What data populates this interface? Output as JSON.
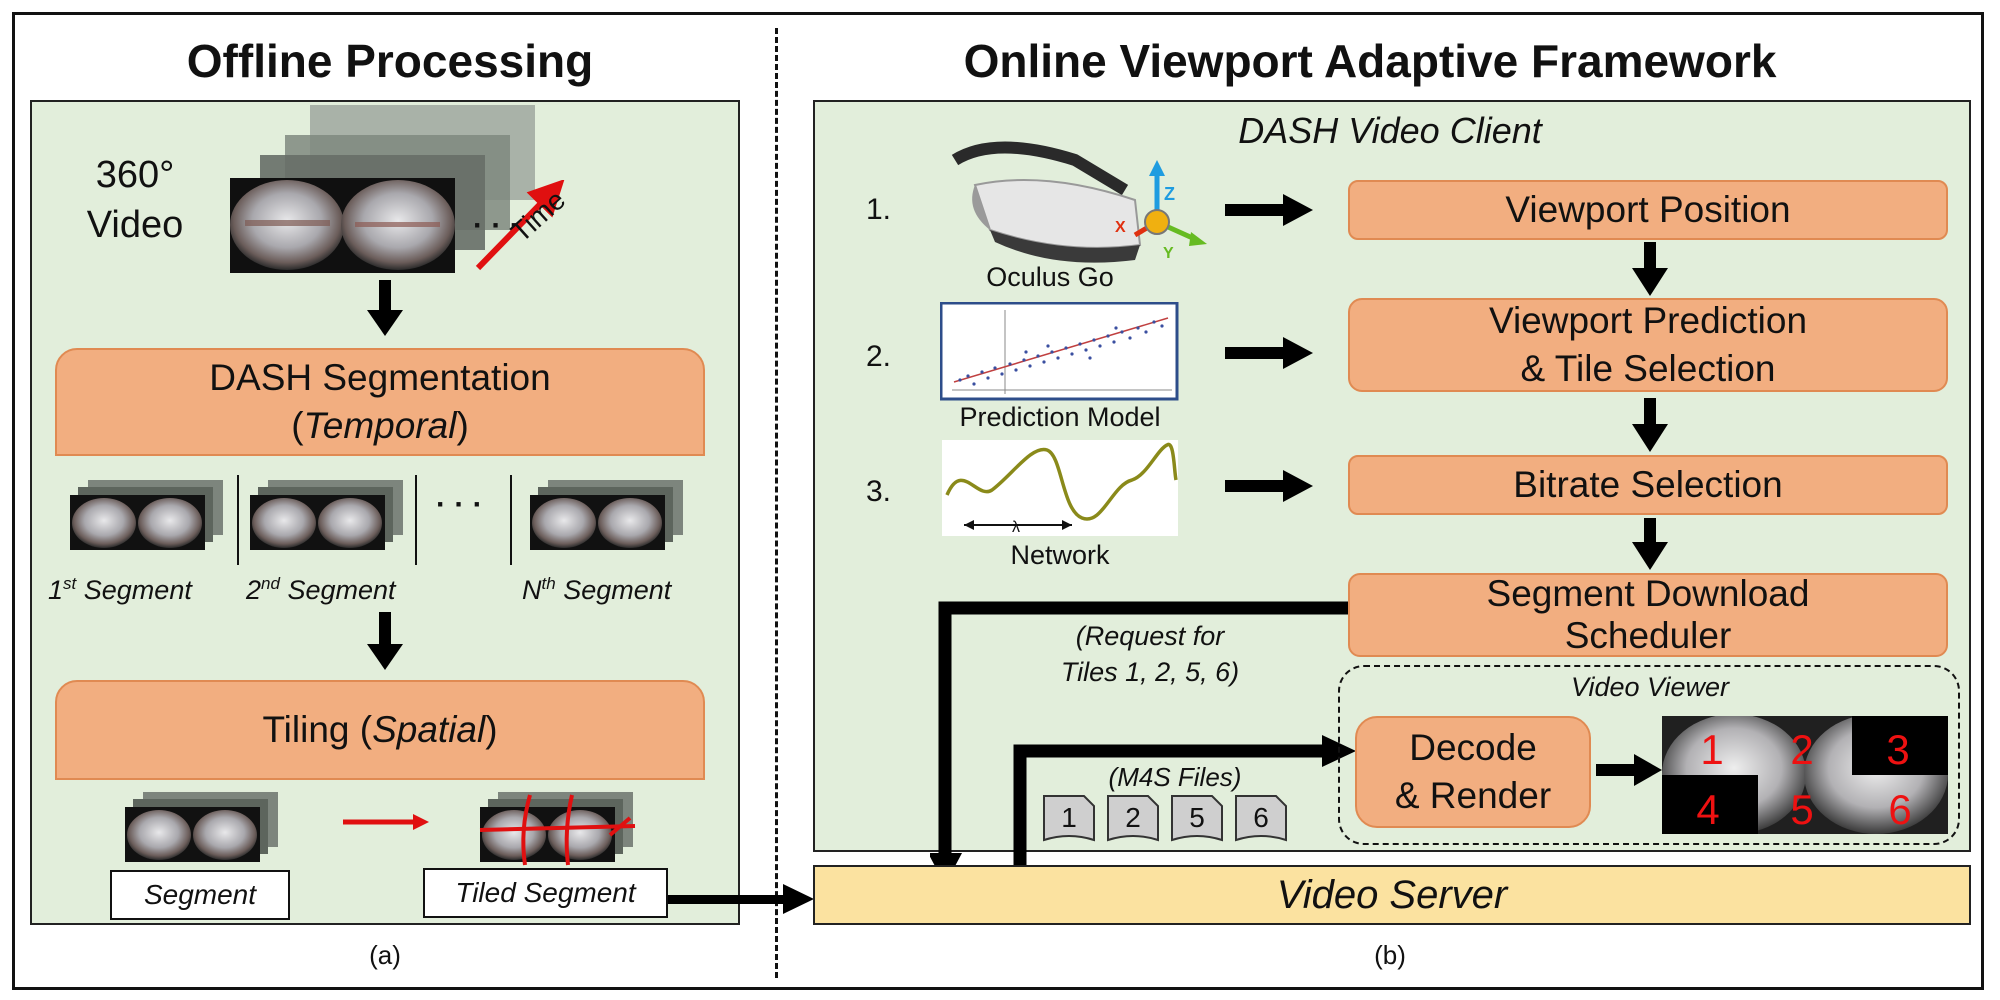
{
  "left_title": "Offline Processing",
  "right_title": "Online Viewport Adaptive Framework",
  "offline": {
    "video_label_1": "360°",
    "video_label_2": "Video",
    "time_label": "Time",
    "dots": "· · ·",
    "dash_seg_line1": "DASH Segmentation",
    "dash_seg_open": "(",
    "dash_seg_italic": "Temporal",
    "dash_seg_close": ")",
    "segments": [
      {
        "num": "1",
        "sup": "st",
        "text": " Segment"
      },
      {
        "num": "2",
        "sup": "nd",
        "text": " Segment"
      },
      {
        "num": "N",
        "sup": "th",
        "text": "  Segment"
      }
    ],
    "seg_dots": "· · ·",
    "tiling_prefix": "Tiling (",
    "tiling_italic": "Spatial",
    "tiling_suffix": ")",
    "segment_box": "Segment",
    "tiled_segment_box": "Tiled Segment",
    "caption": "(a)"
  },
  "online": {
    "client_title": "DASH Video Client",
    "steps": [
      "1.",
      "2.",
      "3."
    ],
    "oculus_label": "Oculus Go",
    "axis_z": "Z",
    "axis_x": "X",
    "axis_y": "Y",
    "prediction_label": "Prediction Model",
    "network_label": "Network",
    "lambda": "λ",
    "boxes": {
      "viewport_position": "Viewport Position",
      "prediction_line1": "Viewport Prediction",
      "prediction_line2": "& Tile Selection",
      "bitrate": "Bitrate Selection",
      "scheduler_line1": "Segment Download",
      "scheduler_line2": "Scheduler",
      "decode_line1": "Decode",
      "decode_line2": "& Render"
    },
    "request_line1": "(Request for",
    "request_line2": "Tiles 1, 2, 5, 6)",
    "m4s_label": "(M4S Files)",
    "files": [
      "1",
      "2",
      "5",
      "6"
    ],
    "viewer_title": "Video Viewer",
    "tiles": [
      "1",
      "2",
      "3",
      "4",
      "5",
      "6"
    ],
    "server_label": "Video Server",
    "caption": "(b)"
  },
  "colors": {
    "panel_bg": "#e2eedb",
    "orange_box": "#f2ae80",
    "server_bg": "#fbe2a0",
    "arrow_red": "#e01010",
    "tile_num_red": "#ee1111"
  }
}
